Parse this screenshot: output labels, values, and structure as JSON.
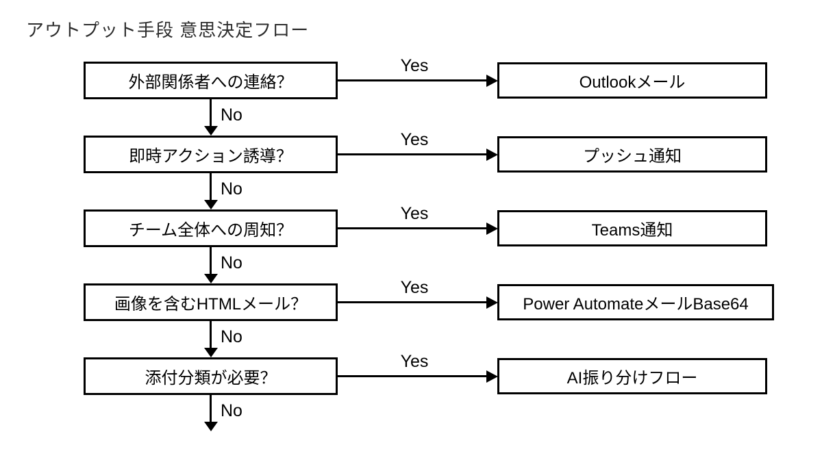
{
  "title": "アウトプット手段 意思決定フロー",
  "colors": {
    "background": "#ffffff",
    "line": "#000000",
    "box_border": "#000000",
    "box_text": "#000000",
    "title_text": "#2d2d2d"
  },
  "flow": {
    "steps": [
      {
        "question": "外部関係者への連絡？",
        "yes_label": "Yes",
        "no_label": "No",
        "result": "Outlookメール"
      },
      {
        "question": "即時アクション誘導？",
        "yes_label": "Yes",
        "no_label": "No",
        "result": "プッシュ通知"
      },
      {
        "question": "チーム全体への周知？",
        "yes_label": "Yes",
        "no_label": "No",
        "result": "Teams通知"
      },
      {
        "question": "画像を含むHTMLメール？",
        "yes_label": "Yes",
        "no_label": "No",
        "result": "Power AutomateメールBase64"
      },
      {
        "question": "添付分類が必要？",
        "yes_label": "Yes",
        "no_label": "No",
        "result": "AI振り分けフロー"
      }
    ]
  }
}
